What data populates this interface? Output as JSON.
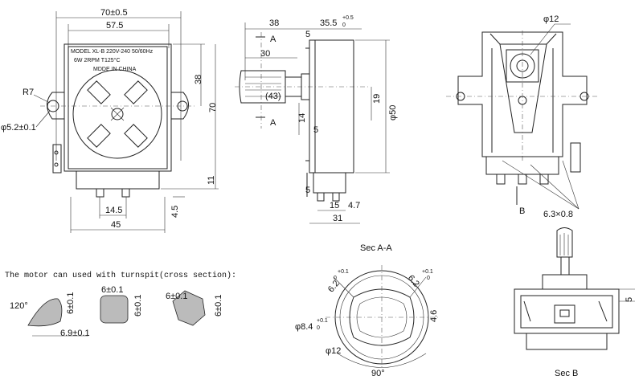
{
  "front_view": {
    "label_model": "MODEL  XL-B  220V-240 50/60Hz",
    "label_power": "6W    2RPM    T125°C",
    "label_made": "MDDE  IN  CHINA",
    "dim_width": "70±0.5",
    "dim_inner": "57.5",
    "dim_radius": "R7",
    "dim_hole": "φ5.2±0.1",
    "dim_h38": "38",
    "dim_h70": "70",
    "dim_h11": "11",
    "dim_145": "14.5",
    "dim_45": "45",
    "dim_45v": "4.5"
  },
  "side_view": {
    "dim_38": "38",
    "dim_355": "35.5",
    "dim_355_tol": "+0.5",
    "dim_355_tol2": "0",
    "dim_30": "30",
    "dim_43": "(43)",
    "dim_5a": "5",
    "dim_19": "19",
    "dim_14": "14",
    "dim_5b": "5",
    "dim_phi50": "φ50",
    "dim_5c": "5",
    "dim_15": "15",
    "dim_47": "4.7",
    "dim_31": "31",
    "section_a_top": "A",
    "section_a_bottom": "A"
  },
  "rear_view": {
    "dim_phi12": "φ12",
    "dim_63": "6.3×0.8",
    "section_b": "B"
  },
  "turnspit": {
    "caption": "The motor can used with turnspit(cross section):",
    "angle": "120°",
    "s1_h": "6±0.1",
    "s1_w": "6.9±0.1",
    "s2_w": "6±0.1",
    "s2_h": "6±0.1",
    "s3_w": "6±0.1",
    "s3_h": "6±0.1"
  },
  "section_aa": {
    "title": "Sec A-A",
    "d1": "6.2",
    "d1_tol": "+0.1",
    "d1_tol2": "0",
    "d2": "6.2",
    "d2_tol": "+0.1",
    "d2_tol2": "0",
    "d3": "φ8.4",
    "d3_tol": "+0.1",
    "d3_tol2": "0",
    "d4": "4.6",
    "d5": "φ12",
    "angle": "90°"
  },
  "section_b": {
    "title": "Sec B",
    "dim_5": "5"
  }
}
